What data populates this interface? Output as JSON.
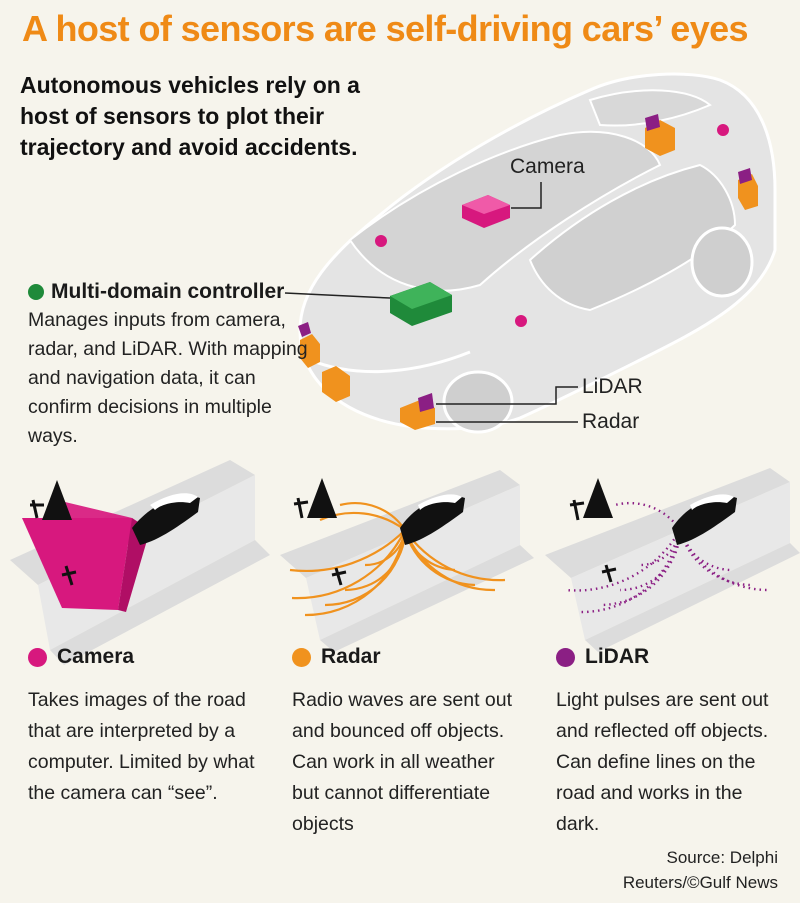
{
  "title": "A host of sensors are self-driving cars’ eyes",
  "subtitle": "Autonomous vehicles rely on a host of sensors to plot their trajectory and avoid accidents.",
  "colors": {
    "title": "#ef8a16",
    "camera": "#d7187e",
    "radar": "#f0921e",
    "lidar": "#8b1f84",
    "controller": "#1f8a3a",
    "background": "#f6f4ec"
  },
  "car_labels": {
    "camera": "Camera",
    "lidar": "LiDAR",
    "radar": "Radar"
  },
  "controller": {
    "heading": "Multi-domain controller",
    "description": "Manages inputs from camera, radar, and LiDAR. With mapping and navigation data, it can confirm decisions in multiple ways.",
    "icon": "green-dot-icon"
  },
  "sensors": [
    {
      "heading": "Camera",
      "description": "Takes images of the road that are interpreted by a computer. Limited by what the camera can “see”.",
      "icon": "magenta-dot-icon"
    },
    {
      "heading": "Radar",
      "description": "Radio waves are sent out and bounced off objects. Can work in all weather but cannot differentiate objects",
      "icon": "orange-dot-icon"
    },
    {
      "heading": "LiDAR",
      "description": "Light pulses are sent out and reflected off objects. Can define lines on the road and works in the dark.",
      "icon": "purple-dot-icon"
    }
  ],
  "source": {
    "line1": "Source: Delphi",
    "line2": "Reuters/©Gulf News"
  }
}
